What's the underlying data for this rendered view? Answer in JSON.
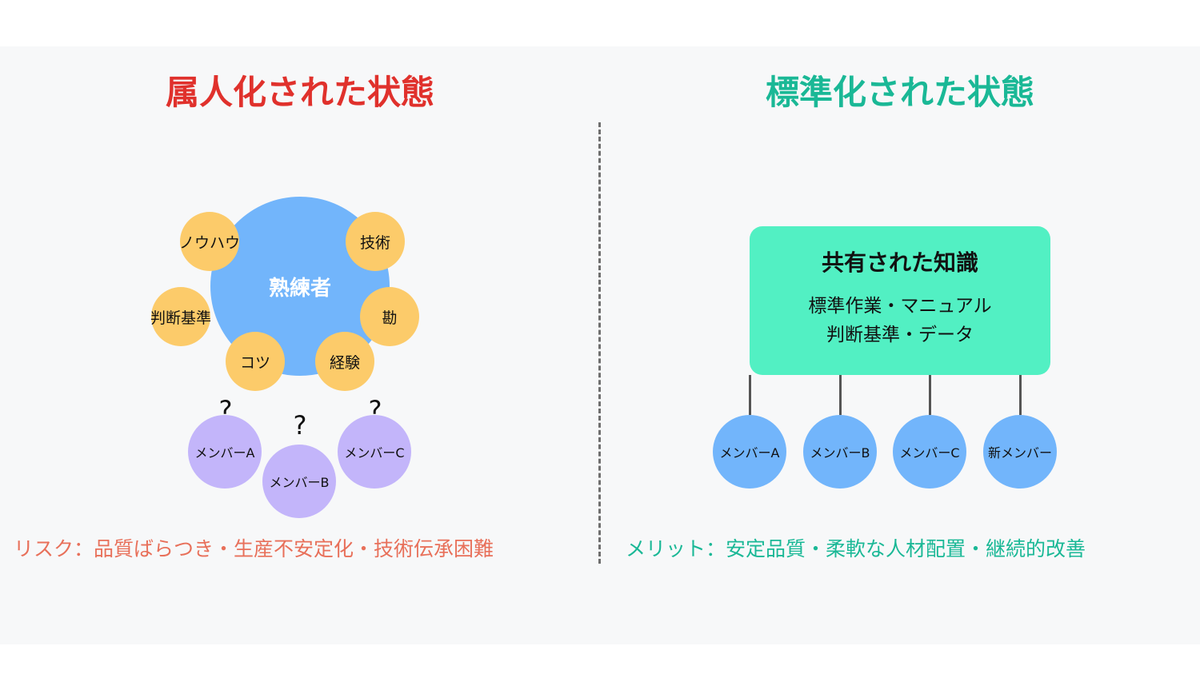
{
  "left": {
    "title": "属人化された状態",
    "title_color": "#e0312c",
    "expert_label": "熟練者",
    "skills": {
      "knowhow": "ノウハウ",
      "technique": "技術",
      "criteria": "判断基準",
      "intuition": "勘",
      "knack": "コツ",
      "experience": "経験"
    },
    "members": {
      "a": "メンバーA",
      "b": "メンバーB",
      "c": "メンバーC"
    },
    "question_mark": "?",
    "risk_text": "リスク：品質ばらつき・生産不安定化・技術伝承困難",
    "risk_color": "#e8705a"
  },
  "right": {
    "title": "標準化された状態",
    "title_color": "#1ab896",
    "box_title": "共有された知識",
    "box_line1": "標準作業・マニュアル",
    "box_line2": "判断基準・データ",
    "box_color": "#52f0c3",
    "members": {
      "a": "メンバーA",
      "b": "メンバーB",
      "c": "メンバーC",
      "new": "新メンバー"
    },
    "merit_text": "メリット：安定品質・柔軟な人材配置・継続的改善",
    "merit_color": "#1ab896"
  }
}
